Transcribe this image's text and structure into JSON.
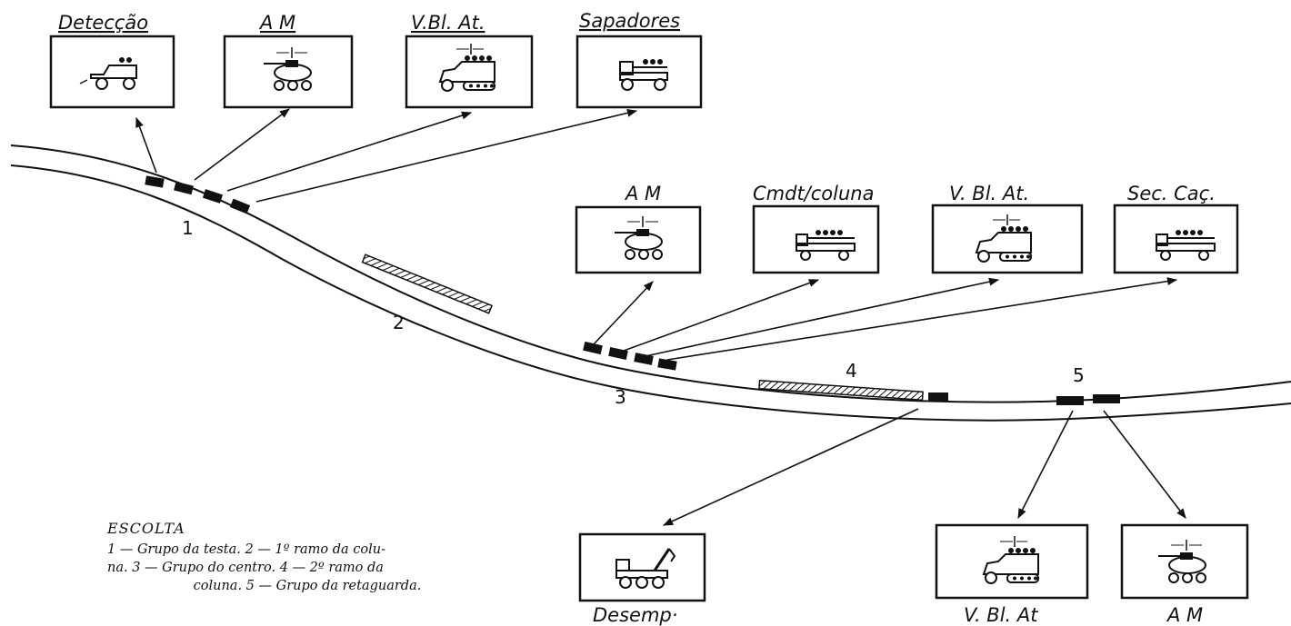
{
  "boxes": {
    "top_1": "Detecção",
    "top_2": "A M",
    "top_3": "V.Bl. At.",
    "top_4": "Sapadores",
    "mid_1": "A M",
    "mid_2": "Cmdt/coluna",
    "mid_3": "V. Bl. At.",
    "mid_4": "Sec. Caç.",
    "bot_1": "Desemp·",
    "bot_2": "V. Bl. At",
    "bot_3": "A M"
  },
  "numbers": {
    "n1": "1",
    "n2": "2",
    "n3": "3",
    "n4": "4",
    "n5": "5"
  },
  "caption": {
    "title": "ESCOLTA",
    "line_a": "1 — Grupo da testa. 2 — 1º ramo da colu-",
    "line_b": "na. 3 — Grupo do centro. 4 — 2º ramo da",
    "line_c": "coluna. 5 — Grupo da retaguarda."
  },
  "icons": {
    "top_1": "jeep-icon",
    "top_2": "armored-car-icon",
    "top_3": "halftrack-icon",
    "top_4": "truck-icon",
    "mid_1": "armored-car-icon",
    "mid_2": "troop-truck-icon",
    "mid_3": "halftrack-icon",
    "mid_4": "troop-truck-icon",
    "bot_1": "tow-truck-icon",
    "bot_2": "halftrack-icon",
    "bot_3": "armored-car-icon"
  }
}
